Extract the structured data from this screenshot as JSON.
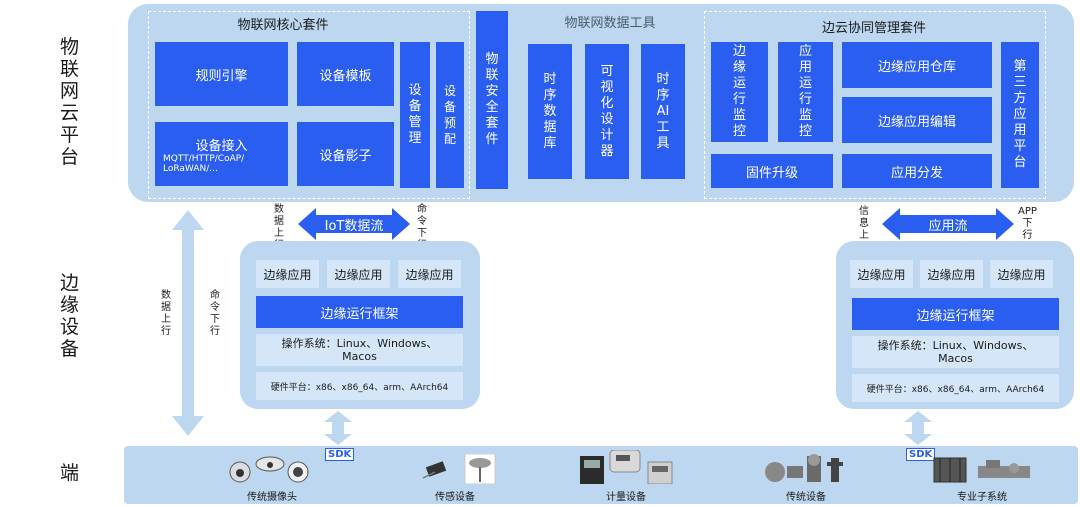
{
  "rows": {
    "cloud": [
      "物",
      "联",
      "网",
      "云",
      "平",
      "台"
    ],
    "edge": [
      "边",
      "缘",
      "设",
      "备"
    ],
    "terminal": [
      "端"
    ]
  },
  "cloud": {
    "core_title": "物联网核心套件",
    "rule_engine": "规则引擎",
    "device_model": "设备模板",
    "device_access": "设备接入",
    "device_access_sub1": "MQTT/HTTP/CoAP/",
    "device_access_sub2": "LoRaWAN/...",
    "device_shadow": "设备影子",
    "device_mgmt": [
      "设",
      "备",
      "管",
      "理"
    ],
    "device_provision": [
      "设",
      "备",
      "预",
      "配"
    ],
    "security": [
      "物",
      "联",
      "安",
      "全",
      "套",
      "件"
    ],
    "data_tools_title": "物联网数据工具",
    "tsdb": [
      "时",
      "序",
      "数",
      "据",
      "库"
    ],
    "visual_designer": [
      "可",
      "视",
      "化",
      "设",
      "计",
      "器"
    ],
    "ts_ai": [
      "时",
      "序",
      "AI",
      "工",
      "具"
    ],
    "edge_cloud_title": "边云协同管理套件",
    "edge_monitor": [
      "边",
      "缘",
      "运",
      "行",
      "监",
      "控"
    ],
    "app_monitor": [
      "应",
      "用",
      "运",
      "行",
      "监",
      "控"
    ],
    "edge_app_repo": "边缘应用仓库",
    "edge_app_edit": "边缘应用编辑",
    "third_party": [
      "第",
      "三",
      "方",
      "应",
      "用",
      "平",
      "台"
    ],
    "firmware": "固件升级",
    "app_dist": "应用分发"
  },
  "flows": {
    "iot": "IoT数据流",
    "app": "应用流",
    "data_up_short": [
      "数",
      "据",
      "上",
      "行"
    ],
    "cmd_down_short": [
      "命",
      "令",
      "下",
      "行"
    ],
    "info_up": [
      "信",
      "息",
      "上",
      "行"
    ],
    "app_down": [
      "APP",
      "下",
      "行"
    ],
    "data_up_long": [
      "数",
      "据",
      "上",
      "行"
    ],
    "cmd_down_long": [
      "命",
      "令",
      "下",
      "行"
    ]
  },
  "edge_left": {
    "apps": [
      "边缘应用",
      "边缘应用",
      "边缘应用"
    ],
    "framework": "边缘运行框架",
    "os": "操作系统：Linux、Windows、",
    "os2": "Macos",
    "hw": "硬件平台：x86、x86_64、arm、AArch64"
  },
  "edge_right": {
    "apps": [
      "边缘应用",
      "边缘应用",
      "边缘应用"
    ],
    "framework": "边缘运行框架",
    "os": "操作系统：Linux、Windows、",
    "os2": "Macos",
    "hw": "硬件平台：x86、x86_64、arm、AArch64"
  },
  "terminal": {
    "sdk": "SDK",
    "devices": [
      "传统摄像头",
      "传感设备",
      "计量设备",
      "传统设备",
      "专业子系统"
    ]
  },
  "colors": {
    "primary": "#2a5ef0",
    "panel": "#bcd7ef",
    "light": "#d4e6f8"
  }
}
